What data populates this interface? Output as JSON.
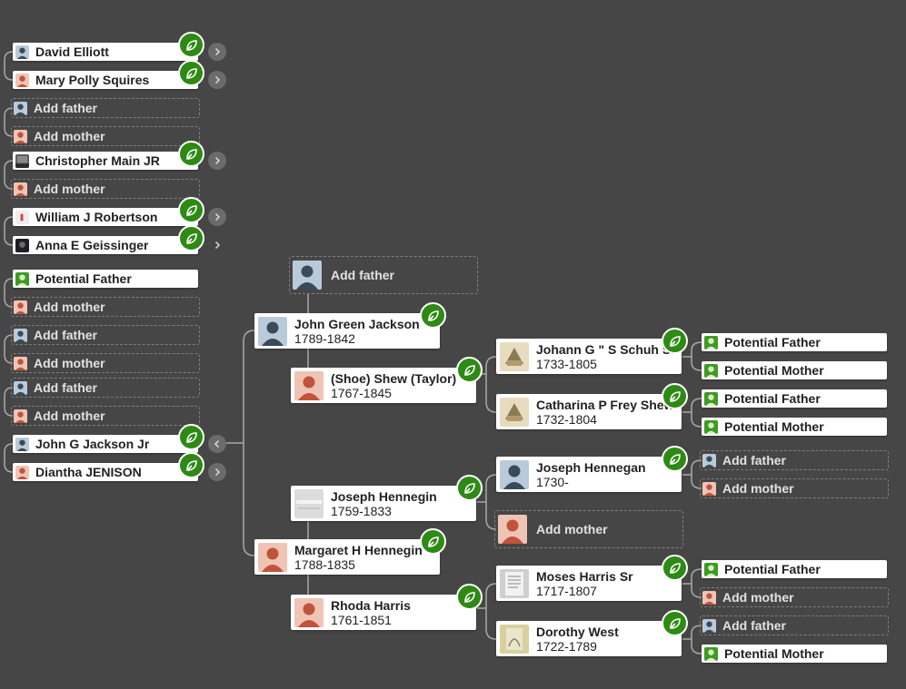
{
  "colors": {
    "background": "#464646",
    "hint": "#2e8a14",
    "line": "#a8a8a8"
  },
  "icons": {
    "hint": "leaf-hint-icon",
    "expand": "chevron-right-icon",
    "collapse": "chevron-left-icon"
  },
  "left_column": [
    {
      "name": "David Elliott"
    },
    {
      "name": "Mary Polly Squires"
    },
    {
      "name": "Add father"
    },
    {
      "name": "Add mother"
    },
    {
      "name": "Christopher Main JR"
    },
    {
      "name": "Add mother"
    },
    {
      "name": "William J Robertson"
    },
    {
      "name": "Anna E Geissinger"
    },
    {
      "name": "Potential Father"
    },
    {
      "name": "Add mother"
    },
    {
      "name": "Add father"
    },
    {
      "name": "Add mother"
    },
    {
      "name": "Add father"
    },
    {
      "name": "Add mother"
    },
    {
      "name": "John G Jackson Jr"
    },
    {
      "name": "Diantha JENISON"
    }
  ],
  "generation_1": [
    {
      "name": "John Green Jackson",
      "years": "1789-1842"
    },
    {
      "name": "Margaret H Hennegin",
      "years": "1788-1835"
    }
  ],
  "generation_2": [
    {
      "name": "Add father"
    },
    {
      "name": "(Shoe) Shew (Taylor)",
      "years": "1767-1845"
    },
    {
      "name": "Joseph Hennegin",
      "years": "1759-1833"
    },
    {
      "name": "Rhoda Harris",
      "years": "1761-1851"
    }
  ],
  "generation_3": [
    {
      "name": "Johann G \" S Schuh Sr",
      "years": "1733-1805"
    },
    {
      "name": "Catharina P Frey Shew",
      "years": "1732-1804"
    },
    {
      "name": "Joseph Hennegan",
      "years": "1730-"
    },
    {
      "name": "Add mother"
    },
    {
      "name": "Moses Harris Sr",
      "years": "1717-1807"
    },
    {
      "name": "Dorothy West",
      "years": "1722-1789"
    }
  ],
  "generation_4": [
    {
      "name": "Potential Father"
    },
    {
      "name": "Potential Mother"
    },
    {
      "name": "Potential Father"
    },
    {
      "name": "Potential Mother"
    },
    {
      "name": "Add father"
    },
    {
      "name": "Add mother"
    },
    {
      "name": "Potential Father"
    },
    {
      "name": "Add mother"
    },
    {
      "name": "Add father"
    },
    {
      "name": "Potential Mother"
    }
  ]
}
